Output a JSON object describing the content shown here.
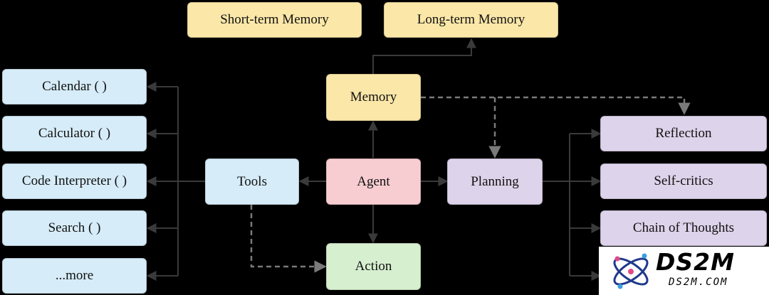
{
  "memory_types": {
    "short_term": "Short-term Memory",
    "long_term": "Long-term Memory"
  },
  "tools_list": {
    "calendar": "Calendar ( )",
    "calculator": "Calculator ( )",
    "code_interpreter": "Code Interpreter ( )",
    "search": "Search ( )",
    "more": "...more"
  },
  "core": {
    "memory": "Memory",
    "tools": "Tools",
    "agent": "Agent",
    "planning": "Planning",
    "action": "Action"
  },
  "planning_list": {
    "reflection": "Reflection",
    "self_critics": "Self-critics",
    "chain_of_thoughts": "Chain of Thoughts"
  },
  "watermark": {
    "title": "DS2M",
    "subtitle": "DS2M.COM"
  },
  "colors": {
    "memory_yellow": "#fbe7a8",
    "tools_blue": "#d6ecf8",
    "agent_pink": "#f8cdd1",
    "planning_purple": "#ddd3ea",
    "action_green": "#d6efcf",
    "line": "#3a3a3a"
  }
}
